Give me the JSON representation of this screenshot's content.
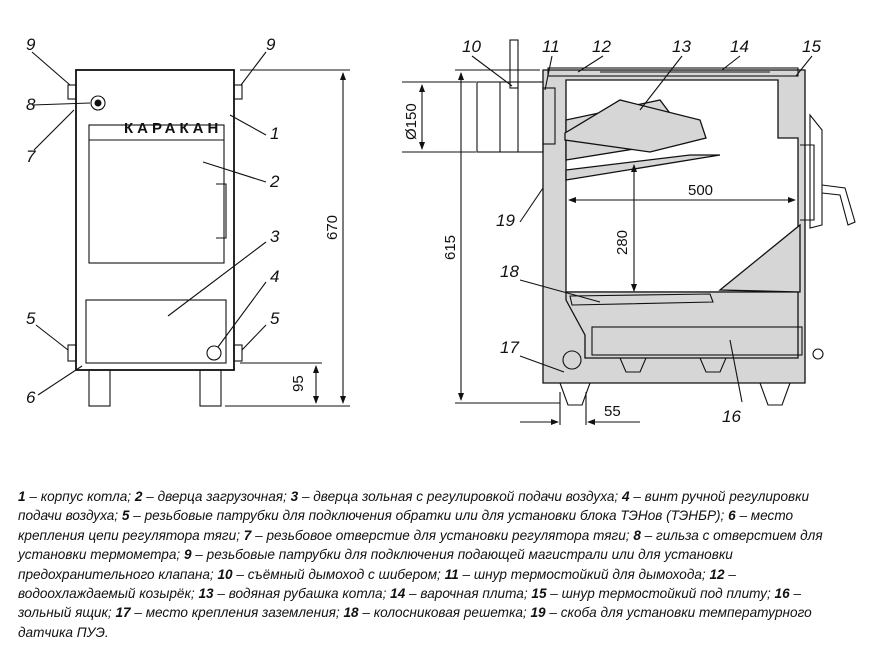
{
  "brand": "КАРАКАН",
  "front_labels": {
    "l1": "1",
    "l2": "2",
    "l3": "3",
    "l4": "4",
    "l5a": "5",
    "l5b": "5",
    "l6": "6",
    "l7": "7",
    "l8": "8",
    "l9a": "9",
    "l9b": "9"
  },
  "section_labels": {
    "l10": "10",
    "l11": "11",
    "l12": "12",
    "l13": "13",
    "l14": "14",
    "l15": "15",
    "l16": "16",
    "l17": "17",
    "l18": "18",
    "l19": "19"
  },
  "dimensions": {
    "height_total": "670",
    "leg_height": "95",
    "diameter": "150",
    "height_section": "615",
    "firebox_depth": "500",
    "firebox_height": "280",
    "ground_offset": "55"
  },
  "legend": [
    {
      "num": "1",
      "text": "корпус котла;"
    },
    {
      "num": "2",
      "text": "дверца загрузочная;"
    },
    {
      "num": "3",
      "text": "дверца зольная с регулировкой подачи воздуха;"
    },
    {
      "num": "4",
      "text": "винт ручной регулировки подачи воздуха;"
    },
    {
      "num": "5",
      "text": "резьбовые патрубки для подключения обратки или для установки блока ТЭНов (ТЭНБР);"
    },
    {
      "num": "6",
      "text": "место крепления цепи регулятора тяги;"
    },
    {
      "num": "7",
      "text": "резьбовое отверстие  для установки регулятора тяги;"
    },
    {
      "num": "8",
      "text": "гильза с отверстием для установки термометра;"
    },
    {
      "num": "9",
      "text": "резьбовые патрубки для подключения подающей магистрали или для установки предохранительного клапана;"
    },
    {
      "num": "10",
      "text": "съёмный дымоход с шибером;"
    },
    {
      "num": "11",
      "text": "шнур термостойкий для дымохода;"
    },
    {
      "num": "12",
      "text": "водоохлаждаемый козырёк;"
    },
    {
      "num": "13",
      "text": "водяная рубашка котла;"
    },
    {
      "num": "14",
      "text": "варочная плита;"
    },
    {
      "num": "15",
      "text": "шнур термостойкий под плиту;"
    },
    {
      "num": "16",
      "text": "зольный ящик;"
    },
    {
      "num": "17",
      "text": "место крепления заземления;"
    },
    {
      "num": "18",
      "text": "колосниковая решетка;"
    },
    {
      "num": "19",
      "text": "скоба для установки температурного датчика ПУЭ."
    }
  ]
}
